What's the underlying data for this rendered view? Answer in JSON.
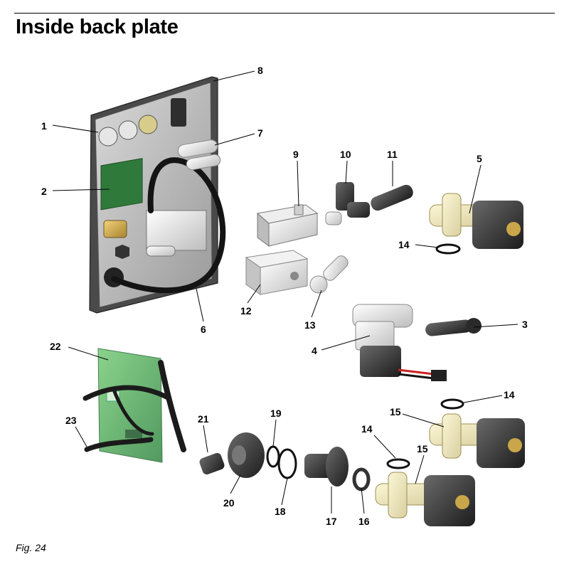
{
  "page": {
    "title": "Inside back plate",
    "figure_label": "Fig. 24"
  },
  "callouts": [
    {
      "id": "1",
      "label": "1"
    },
    {
      "id": "2",
      "label": "2"
    },
    {
      "id": "3",
      "label": "3"
    },
    {
      "id": "4",
      "label": "4"
    },
    {
      "id": "5",
      "label": "5"
    },
    {
      "id": "6",
      "label": "6"
    },
    {
      "id": "7",
      "label": "7"
    },
    {
      "id": "8",
      "label": "8"
    },
    {
      "id": "9",
      "label": "9"
    },
    {
      "id": "10",
      "label": "10"
    },
    {
      "id": "11",
      "label": "11"
    },
    {
      "id": "12",
      "label": "12"
    },
    {
      "id": "13",
      "label": "13"
    },
    {
      "id": "14a",
      "label": "14"
    },
    {
      "id": "14b",
      "label": "14"
    },
    {
      "id": "14c",
      "label": "14"
    },
    {
      "id": "15a",
      "label": "15"
    },
    {
      "id": "15b",
      "label": "15"
    },
    {
      "id": "16",
      "label": "16"
    },
    {
      "id": "17",
      "label": "17"
    },
    {
      "id": "18",
      "label": "18"
    },
    {
      "id": "19",
      "label": "19"
    },
    {
      "id": "20",
      "label": "20"
    },
    {
      "id": "21",
      "label": "21"
    },
    {
      "id": "22",
      "label": "22"
    },
    {
      "id": "23",
      "label": "23"
    }
  ]
}
